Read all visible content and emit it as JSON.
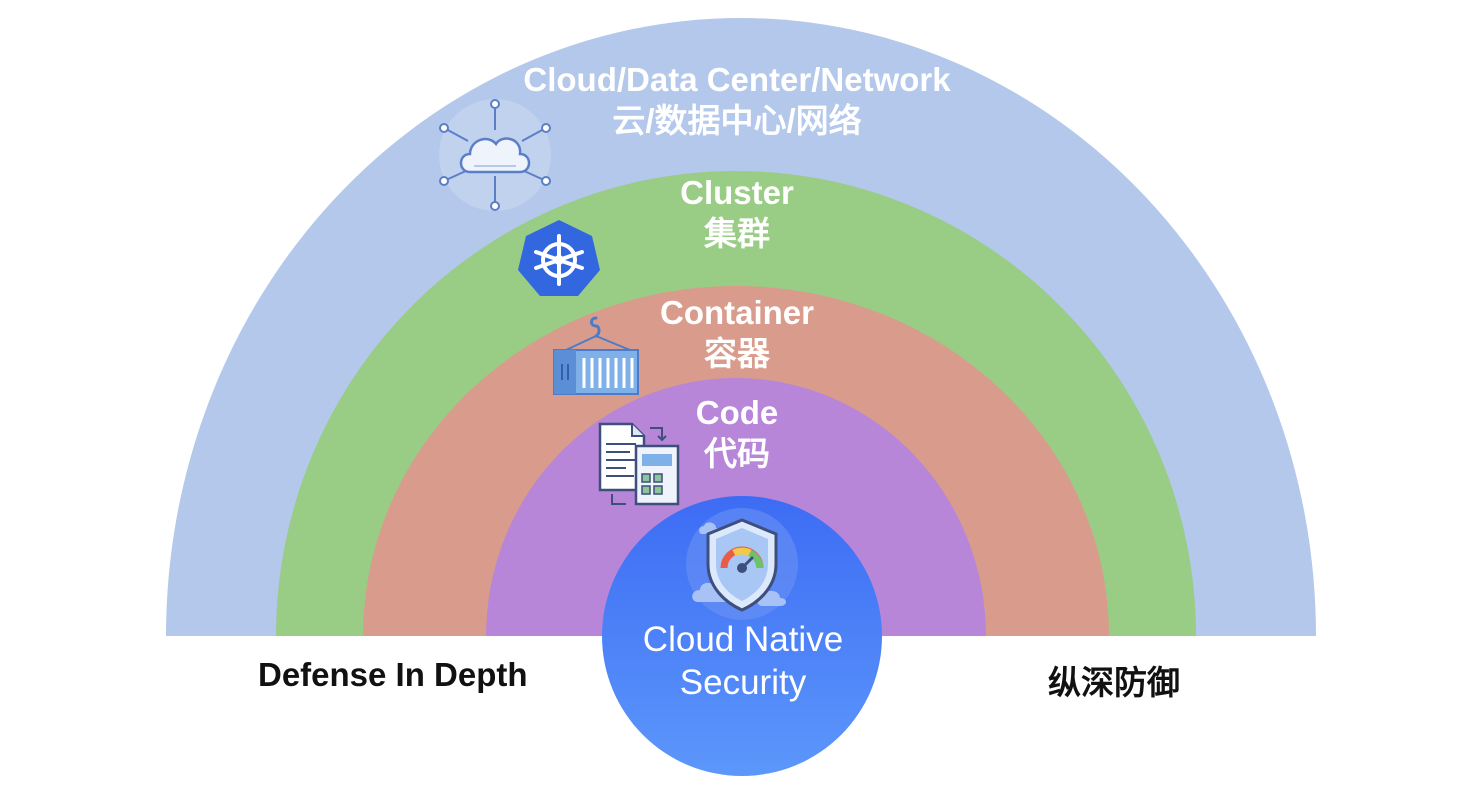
{
  "colors": {
    "outer_ring": "#b4c8ec",
    "cluster_ring": "#99cc85",
    "container_ring": "#d99c8c",
    "code_ring": "#b786d8",
    "core_circle_top": "#3f6ff5",
    "core_circle_bottom": "#5a94fb"
  },
  "layers": [
    {
      "id": "cloud",
      "en": "Cloud/Data Center/Network",
      "zh": "云/数据中心/网络",
      "icon": "cloud-network-icon"
    },
    {
      "id": "cluster",
      "en": "Cluster",
      "zh": "集群",
      "icon": "kubernetes-icon"
    },
    {
      "id": "container",
      "en": "Container",
      "zh": "容器",
      "icon": "shipping-container-icon"
    },
    {
      "id": "code",
      "en": "Code",
      "zh": "代码",
      "icon": "code-document-icon"
    }
  ],
  "core": {
    "line1": "Cloud Native",
    "line2": "Security",
    "icon": "security-shield-icon"
  },
  "footer": {
    "left": "Defense In Depth",
    "right": "纵深防御"
  }
}
